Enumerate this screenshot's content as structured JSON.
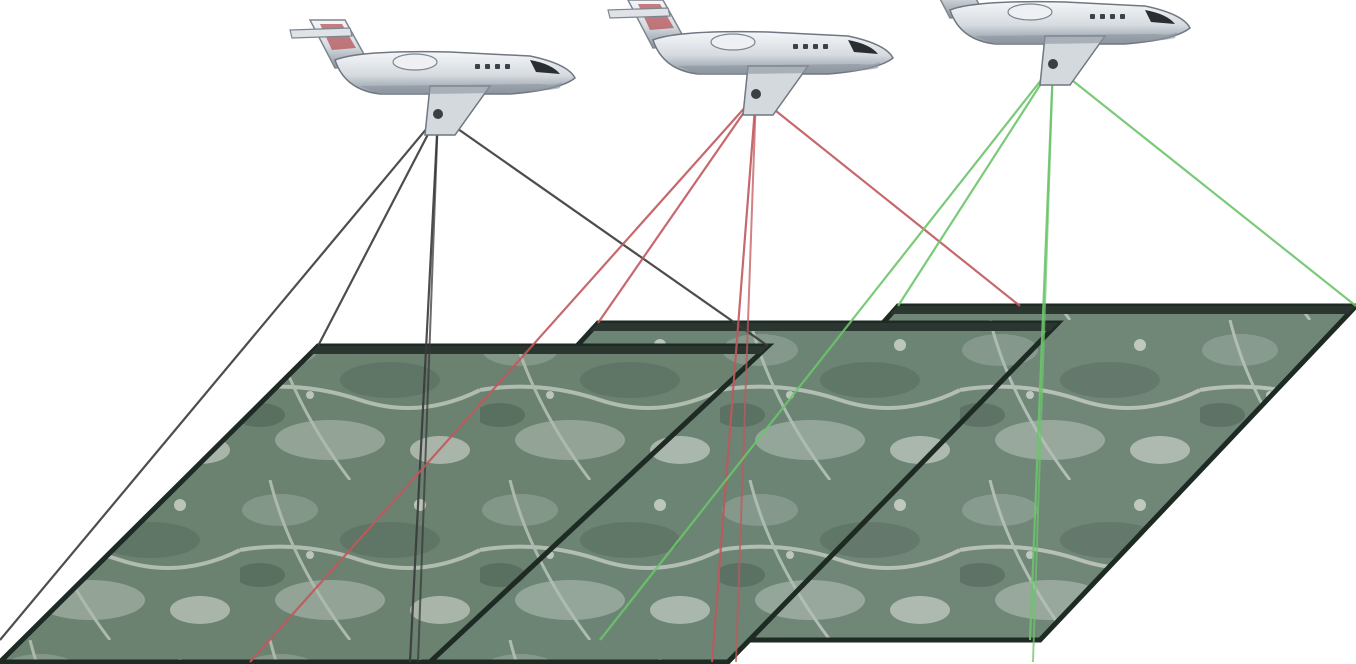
{
  "diagram": {
    "type": "aerial-photogrammetry-overlap",
    "background": "#ffffff",
    "aircraft": [
      {
        "label": "",
        "ray_color": "#3a3a3a",
        "icon": "jet-aircraft-icon"
      },
      {
        "label": "",
        "ray_color": "#c0585c",
        "icon": "jet-aircraft-icon"
      },
      {
        "label": "",
        "ray_color": "#6cc46c",
        "icon": "jet-aircraft-icon"
      }
    ],
    "photos": [
      {
        "name": "aerial-photo-1",
        "tint": "#6d8472"
      },
      {
        "name": "aerial-photo-2",
        "tint": "#71897a"
      },
      {
        "name": "aerial-photo-3",
        "tint": "#7a8f84"
      }
    ],
    "colors": {
      "aircraft_body": "#e9ecef",
      "aircraft_belly": "#8c949f",
      "aircraft_stripe": "#b34a4f",
      "photo_edge": "#1e2a24",
      "terrain_dark": "#4f6456",
      "terrain_light": "#d9ddd5"
    }
  }
}
